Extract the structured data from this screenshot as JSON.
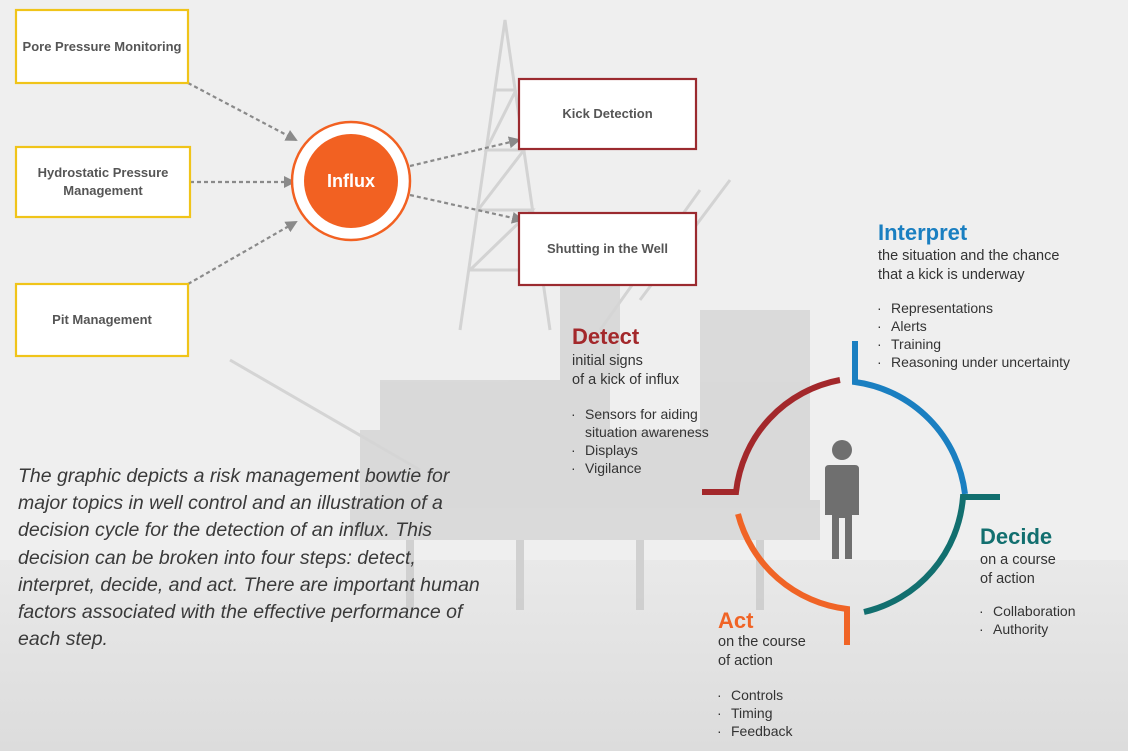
{
  "bowtie": {
    "causes": [
      {
        "label": "Pore Pressure Monitoring"
      },
      {
        "label": "Hydrostatic Pressure Management"
      },
      {
        "label": "Pit Management"
      }
    ],
    "center": "Influx",
    "consequences": [
      {
        "label": "Kick Detection"
      },
      {
        "label": "Shutting in the Well"
      }
    ],
    "colors": {
      "cause_border": "#f0c419",
      "consequence_border": "#9b2a2f",
      "center_fill": "#f26122",
      "connector": "#8a8a8a"
    }
  },
  "cycle": {
    "figure_icon": "person-icon",
    "steps": [
      {
        "key": "detect",
        "title": "Detect",
        "subtitle_lines": [
          "initial signs",
          "of a kick of influx"
        ],
        "items": [
          "Sensors for aiding",
          "situation awareness",
          "Displays",
          "Vigilance"
        ],
        "color": "#a3282b"
      },
      {
        "key": "interpret",
        "title": "Interpret",
        "subtitle_lines": [
          "the situation and the chance",
          "that a kick is underway"
        ],
        "items": [
          "Representations",
          "Alerts",
          "Training",
          "Reasoning under uncertainty"
        ],
        "color": "#1a7fc1"
      },
      {
        "key": "decide",
        "title": "Decide",
        "subtitle_lines": [
          "on a course",
          "of action"
        ],
        "items": [
          "Collaboration",
          "Authority"
        ],
        "color": "#126f6f"
      },
      {
        "key": "act",
        "title": "Act",
        "subtitle_lines": [
          "on the course",
          "of action"
        ],
        "items": [
          "Controls",
          "Timing",
          "Feedback"
        ],
        "color": "#f06426"
      }
    ]
  },
  "caption": "The graphic depicts a risk management bowtie for major topics in well control and an illustration of a decision cycle for the detection of an influx. This decision can be broken into four steps: detect, interpret, decide, and act. There are important human factors associated with the effective performance of each step."
}
